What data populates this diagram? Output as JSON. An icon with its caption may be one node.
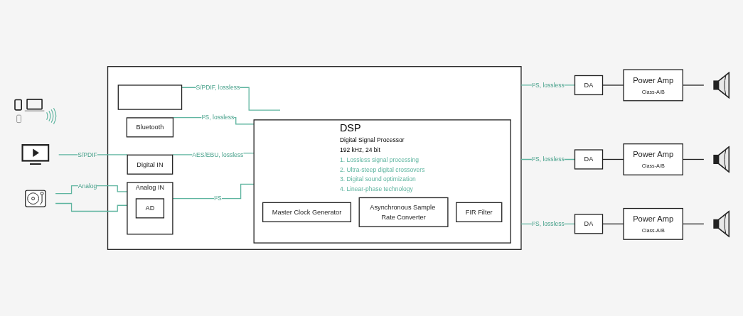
{
  "diagram": {
    "nodes": [
      {
        "text": [],
        "shape": "picture"
      },
      {
        "text": [],
        "shape": "box"
      },
      {
        "text": [],
        "shape": "box",
        "in": 1
      },
      {
        "text": [
          "Bluetooth"
        ],
        "in": 1
      },
      {
        "text": [],
        "shape": "picture"
      },
      {
        "text": [
          "Digital IN"
        ],
        "in": 1
      },
      {
        "text": [],
        "shape": "picture"
      },
      {
        "text": [
          "Analog IN"
        ],
        "in": 1
      },
      {
        "text": [
          "AD"
        ],
        "in": 7
      },
      {
        "text": [
          "DSP",
          "Digital Signal Processor",
          "192 kHz, 24 bit",
          "1. Lossless signal processing",
          "2. Ultra-steep digital crossovers",
          "3. Digital sound optimization",
          "4. Linear-phase technology"
        ],
        "in": 1
      },
      {
        "text": [
          "Master Clock Generator"
        ],
        "in": 9
      },
      {
        "text": [
          "Asynchronous Sample Rate Converter"
        ],
        "in": 9
      },
      {
        "text": [
          "FIR Filter"
        ],
        "in": 9
      },
      {
        "text": [
          "DA"
        ]
      },
      {
        "text": [
          "Power Amp",
          "Class-A/B"
        ]
      },
      {
        "text": [],
        "shape": "picture"
      },
      {
        "text": [
          "DA"
        ]
      },
      {
        "text": [
          "Power Amp",
          "Class-A/B"
        ]
      },
      {
        "text": [],
        "shape": "picture"
      },
      {
        "text": [
          "DA"
        ]
      },
      {
        "text": [
          "Power Amp",
          "Class-A/B"
        ]
      },
      {
        "text": [],
        "shape": "picture"
      }
    ],
    "edges": [
      {
        "from": 4,
        "to": 5,
        "arrow": "none",
        "label": "S/PDIF"
      },
      {
        "from": 6,
        "to": 7,
        "arrow": "none",
        "label": "Analog"
      },
      {
        "from": 6,
        "to": 7,
        "arrow": "none"
      },
      {
        "from": 2,
        "to": 9,
        "arrow": "none",
        "label": "S/PDIF, lossless"
      },
      {
        "from": 3,
        "to": 9,
        "arrow": "none",
        "label": "I²S, lossless"
      },
      {
        "from": 5,
        "to": 9,
        "arrow": "none",
        "label": "AES/EBU, lossless"
      },
      {
        "from": 7,
        "to": 9,
        "arrow": "none",
        "label": "I²S"
      },
      {
        "from": 1,
        "to": 13,
        "arrow": "none",
        "label": "I²S, lossless"
      },
      {
        "from": 13,
        "to": 14,
        "arrow": "none",
        "color": "#222222"
      },
      {
        "from": 14,
        "to": 15,
        "arrow": "none",
        "color": "#222222"
      },
      {
        "from": 1,
        "to": 16,
        "arrow": "none",
        "label": "I²S, lossless"
      },
      {
        "from": 16,
        "to": 17,
        "arrow": "none",
        "color": "#222222"
      },
      {
        "from": 17,
        "to": 18,
        "arrow": "none",
        "color": "#222222"
      },
      {
        "from": 1,
        "to": 19,
        "arrow": "none",
        "label": "I²S, lossless"
      },
      {
        "from": 19,
        "to": 20,
        "arrow": "none",
        "color": "#222222"
      },
      {
        "from": 20,
        "to": 21,
        "arrow": "none",
        "color": "#222222"
      }
    ]
  }
}
